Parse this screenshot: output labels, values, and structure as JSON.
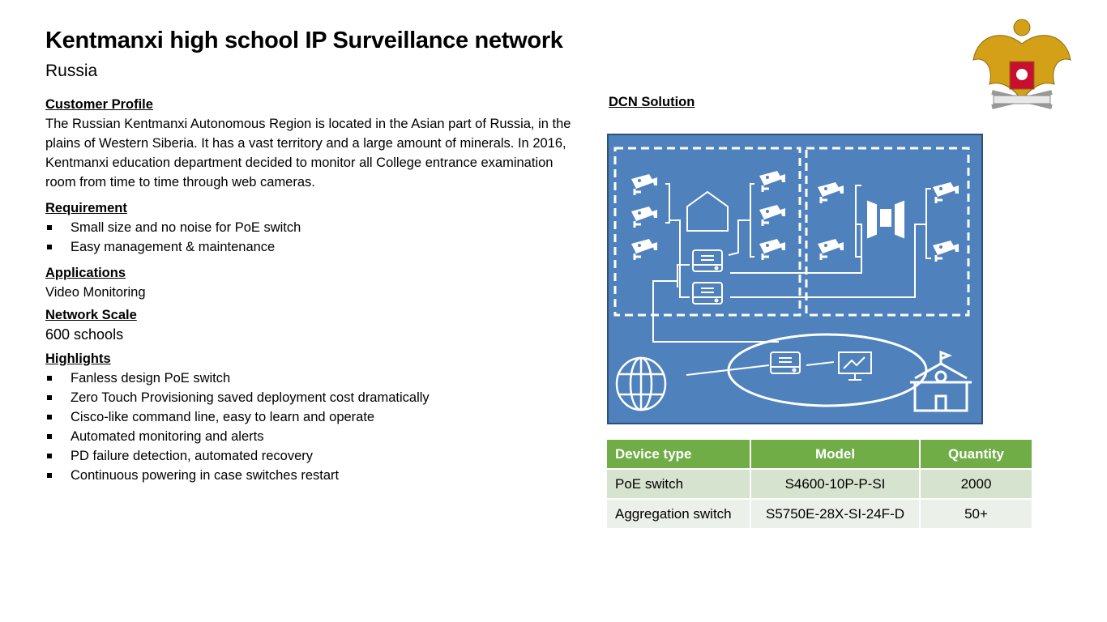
{
  "header": {
    "title": "Kentmanxi high school IP Surveillance network",
    "subtitle": "Russia"
  },
  "emblem": {
    "name": "russian-ministry-emblem"
  },
  "customer_profile": {
    "heading": "Customer Profile",
    "text": "The Russian Kentmanxi Autonomous Region is located in the Asian part of Russia, in the plains of Western Siberia. It has a vast territory and a large amount of minerals. In 2016, Kentmanxi education department decided to monitor all College entrance examination room from time to time through web cameras."
  },
  "requirement": {
    "heading": "Requirement",
    "items": [
      "Small size and no noise for PoE switch",
      "Easy management & maintenance"
    ]
  },
  "applications": {
    "heading": "Applications",
    "text": "Video Monitoring"
  },
  "network_scale": {
    "heading": "Network Scale",
    "text": "600 schools"
  },
  "highlights": {
    "heading": "Highlights",
    "items": [
      "Fanless design PoE switch",
      "Zero Touch Provisioning saved deployment cost dramatically",
      "Cisco-like command line, easy to learn and operate",
      "Automated monitoring and alerts",
      "PD failure detection, automated recovery",
      "Continuous powering in case switches restart"
    ]
  },
  "solution": {
    "heading": "DCN Solution",
    "diagram_bg": "#4f81bd"
  },
  "table": {
    "headers": [
      "Device type",
      "Model",
      "Quantity"
    ],
    "rows": [
      [
        "PoE switch",
        "S4600-10P-P-SI",
        "2000"
      ],
      [
        "Aggregation switch",
        "S5750E-28X-SI-24F-D",
        "50+"
      ]
    ],
    "header_color": "#70ad47"
  }
}
